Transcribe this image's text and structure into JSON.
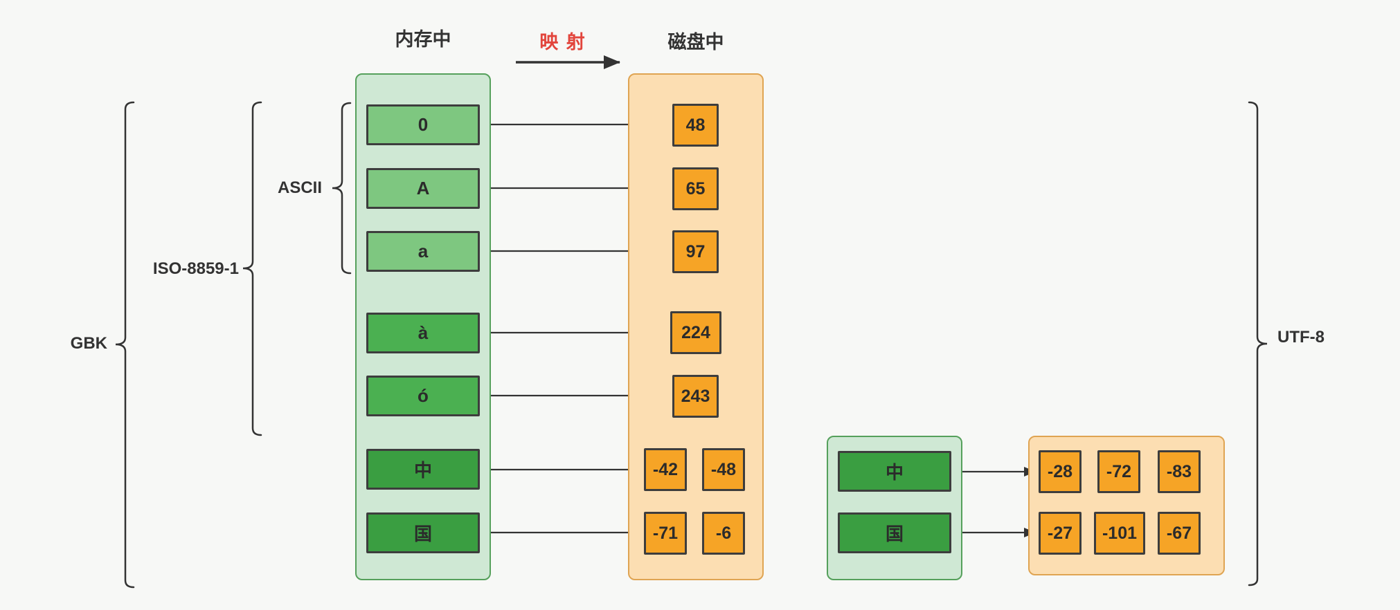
{
  "header": {
    "memory_title": "内存中",
    "mapping_label": "映 射",
    "disk_title": "磁盘中"
  },
  "encoding_labels": {
    "ascii": "ASCII",
    "iso_8859_1": "ISO-8859-1",
    "gbk": "GBK",
    "utf8": "UTF-8"
  },
  "gbk": {
    "memory": [
      "0",
      "A",
      "a",
      "à",
      "ó",
      "中",
      "国"
    ],
    "disk_single": [
      "48",
      "65",
      "97",
      "224",
      "243"
    ],
    "disk_zhong": [
      "-42",
      "-48"
    ],
    "disk_guo": [
      "-71",
      "-6"
    ]
  },
  "utf8": {
    "memory": [
      "中",
      "国"
    ],
    "disk_row1": [
      "-28",
      "-72",
      "-83"
    ],
    "disk_row2": [
      "-27",
      "-101",
      "-67"
    ]
  },
  "colors": {
    "background": "#f7f8f6",
    "memory_container_fill": "#cfe8d4",
    "memory_container_border": "#55a05b",
    "cell_green_light": "#7ec780",
    "cell_green_medium": "#4bb051",
    "cell_green_dark": "#3a9e41",
    "disk_container_fill": "#fcdeb2",
    "disk_container_border": "#dfa452",
    "cell_orange": "#f6a426",
    "cell_border": "#3d3d3d",
    "connector_stroke": "#333333",
    "mapping_label_red": "#e2453c"
  }
}
